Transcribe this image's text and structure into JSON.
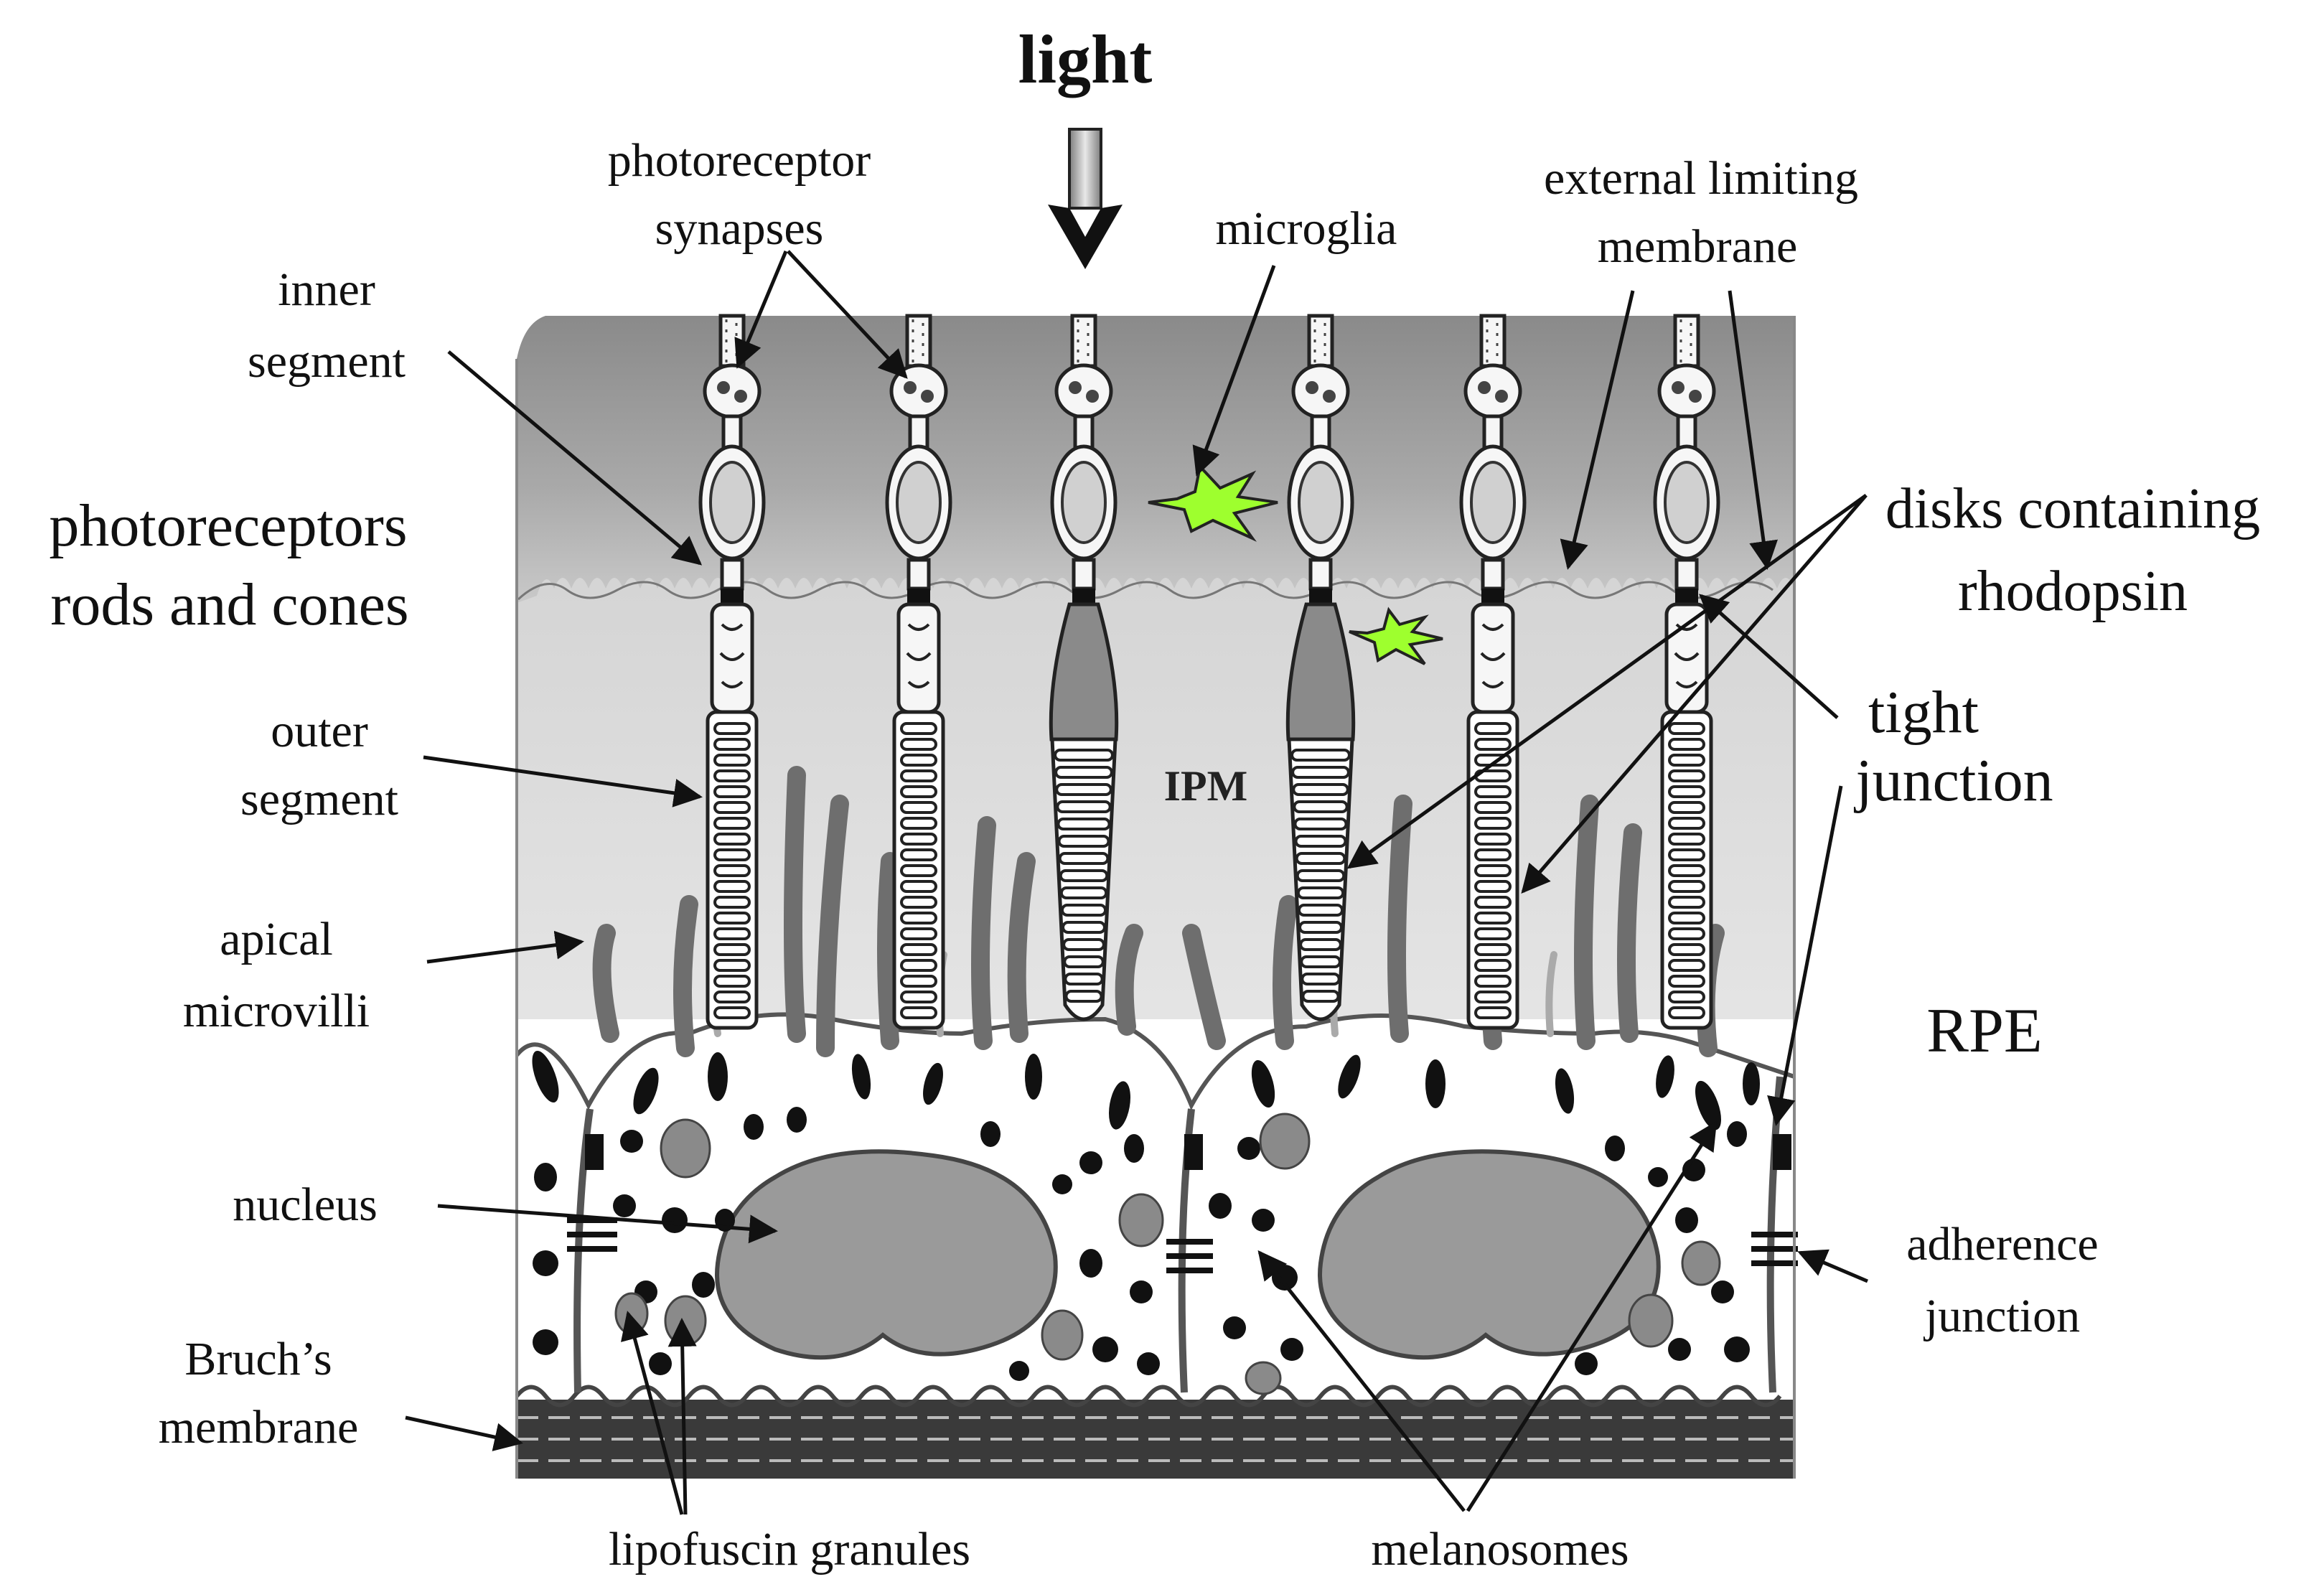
{
  "figure": {
    "labels": {
      "light": "light",
      "photoreceptor_synapses_1": "photoreceptor",
      "photoreceptor_synapses_2": "synapses",
      "microglia": "microglia",
      "external_limiting_membrane_1": "external limiting",
      "external_limiting_membrane_2": "membrane",
      "inner_segment_1": "inner",
      "inner_segment_2": "segment",
      "photoreceptors_1": "photoreceptors",
      "photoreceptors_2": "rods and cones",
      "disks_1": "disks containing",
      "disks_2": "rhodopsin",
      "tight_junction_1": "tight",
      "tight_junction_2": "junction",
      "outer_segment_1": "outer",
      "outer_segment_2": "segment",
      "ipm": "IPM",
      "apical_microvilli_1": "apical",
      "apical_microvilli_2": "microvilli",
      "rpe": "RPE",
      "nucleus": "nucleus",
      "adherence_junction_1": "adherence",
      "adherence_junction_2": "junction",
      "bruchs_membrane_1": "Bruch’s",
      "bruchs_membrane_2": "membrane",
      "lipofuscin_granules": "lipofuscin granules",
      "melanosomes": "melanosomes"
    },
    "colors": {
      "microglia": "#9eff2e",
      "outer_layer": "#8e8e8e",
      "ipm_layer": "#dcdcdc",
      "nucleus": "#9a9a9a",
      "melanosome": "#111111"
    }
  }
}
